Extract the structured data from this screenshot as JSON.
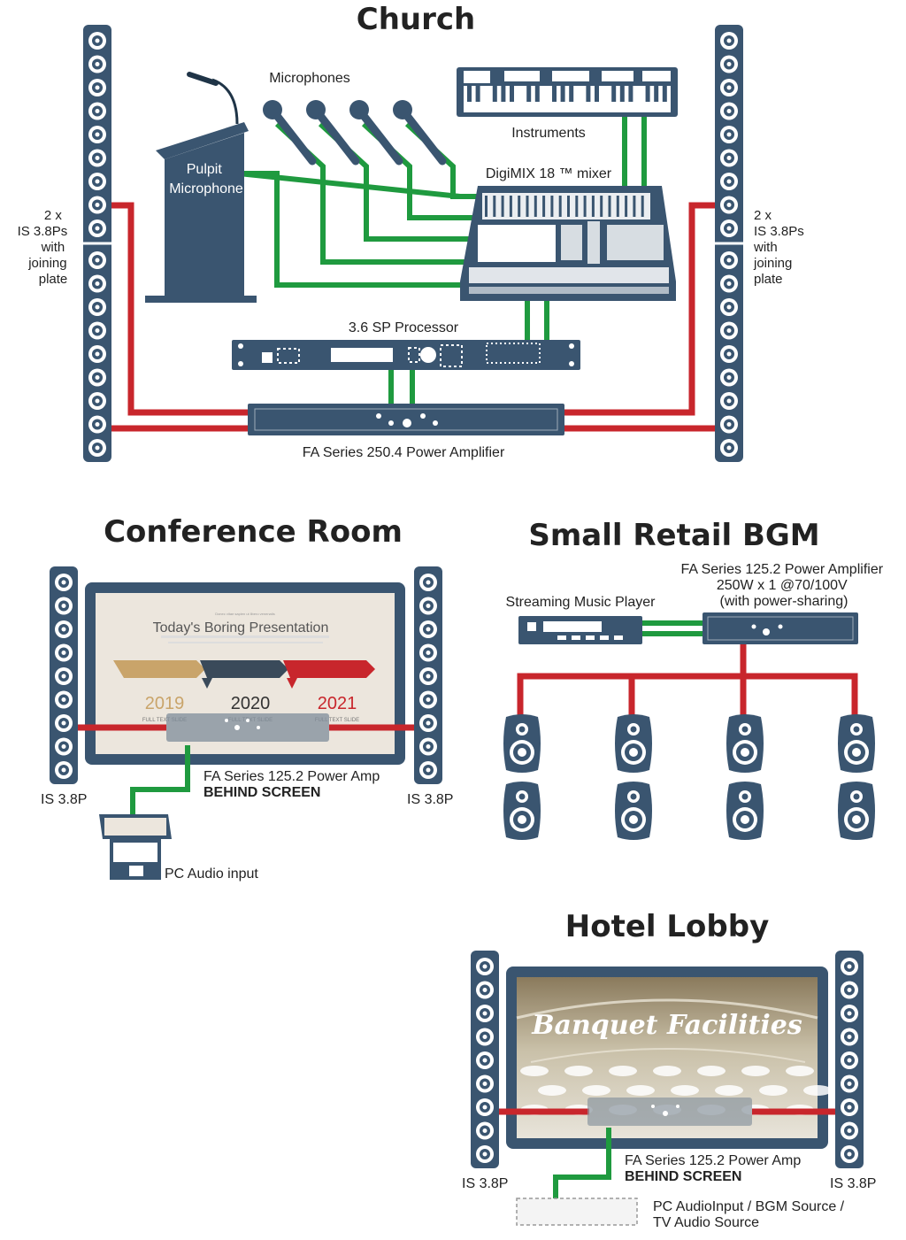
{
  "church": {
    "title": "Church",
    "microphones_label": "Microphones",
    "pulpit_label_line1": "Pulpit",
    "pulpit_label_line2": "Microphone",
    "instruments_label": "Instruments",
    "mixer_label": "DigiMIX 18 ™ mixer",
    "processor_label": "3.6 SP Processor",
    "amplifier_label": "FA Series 250.4 Power Amplifier",
    "left_column_label": [
      "2 x",
      "IS 3.8Ps",
      "with",
      "joining",
      "plate"
    ],
    "right_column_label": [
      "2 x",
      "IS 3.8Ps",
      "with",
      "joining",
      "plate"
    ]
  },
  "conference": {
    "title": "Conference Room",
    "amp_label": "FA Series 125.2 Power Amp",
    "amp_note": "BEHIND SCREEN",
    "left_speaker": "IS 3.8P",
    "right_speaker": "IS 3.8P",
    "pc_label": "PC Audio input",
    "slide": {
      "heading": "Today's Boring Presentation",
      "years": [
        "2019",
        "2020",
        "2021"
      ],
      "year_colors": [
        "#c9a46a",
        "#333333",
        "#c8262c"
      ],
      "slide_caption": "FULL TEXT SLIDE"
    }
  },
  "retail": {
    "title": "Small Retail BGM",
    "player_label": "Streaming Music Player",
    "amp_label_line1": "FA Series 125.2 Power Amplifier",
    "amp_label_line2": "250W x 1 @70/100V",
    "amp_label_line3": "(with power-sharing)"
  },
  "hotel": {
    "title": "Hotel Lobby",
    "screen_text": "Banquet Facilities",
    "amp_label": "FA Series 125.2 Power Amp",
    "amp_note": "BEHIND SCREEN",
    "left_speaker": "IS 3.8P",
    "right_speaker": "IS 3.8P",
    "source_label_line1": "PC AudioInput / BGM Source /",
    "source_label_line2": "TV Audio Source"
  },
  "colors": {
    "equipment_navy": "#3a5570",
    "speaker_wire_red": "#c8262c",
    "signal_wire_green": "#1f9a3f"
  }
}
